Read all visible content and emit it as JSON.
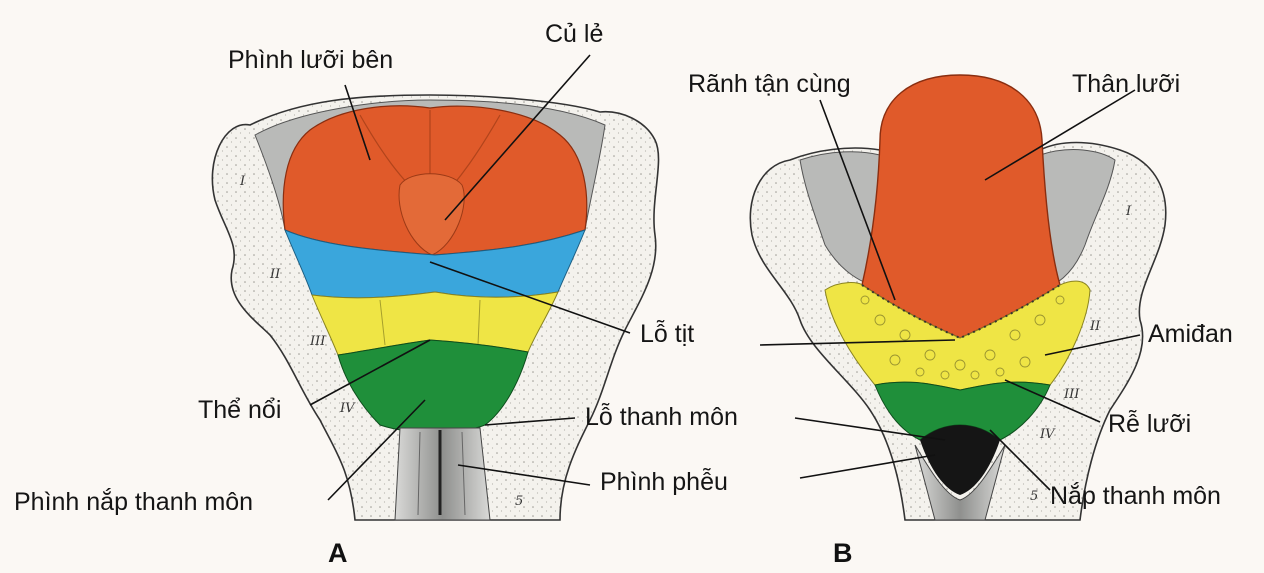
{
  "panels": {
    "a": {
      "letter": "A",
      "labels": {
        "lateral_swelling": "Phình lưỡi bên",
        "tuberculum_impar": "Củ lẻ",
        "eminence": "Thể nổi",
        "epiglottal_swelling": "Phình nắp thanh môn"
      },
      "arch_numerals": [
        "I",
        "II",
        "III",
        "IV",
        "5"
      ]
    },
    "b": {
      "letter": "B",
      "labels": {
        "terminal_sulcus": "Rãnh tận cùng",
        "tongue_body": "Thân lưỡi",
        "tonsil": "Amiđan",
        "tongue_root": "Rễ lưỡi",
        "epiglottis": "Nắp thanh môn"
      },
      "arch_numerals": [
        "I",
        "II",
        "III",
        "IV",
        "5"
      ]
    }
  },
  "shared_labels": {
    "foramen_cecum": "Lỗ tịt",
    "laryngeal_orifice": "Lỗ thanh môn",
    "arytenoid_swelling": "Phình phễu"
  },
  "colors": {
    "tongue": "#e05a2a",
    "copula": "#3aa6dc",
    "yellow_region": "#efe545",
    "epiglottis": "#1f8f3a",
    "tissue": "#f3f1ec",
    "grey_fold": "#a9aaa8"
  }
}
